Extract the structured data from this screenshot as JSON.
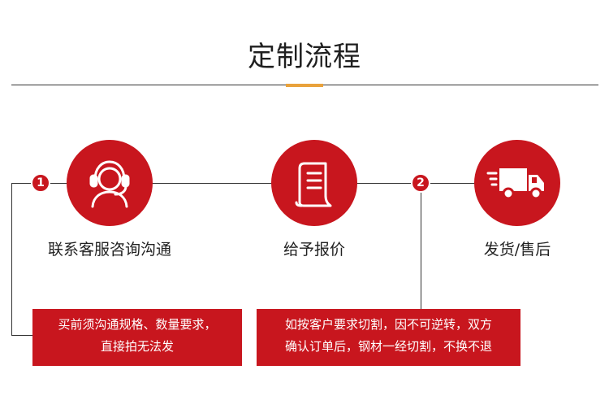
{
  "title": "定制流程",
  "colors": {
    "accent_red": "#c8161e",
    "accent_orange": "#e9a23b",
    "line": "#333333"
  },
  "steps": [
    {
      "label": "联系客服咨询沟通",
      "icon": "headset-support-icon"
    },
    {
      "label": "给予报价",
      "icon": "document-quote-icon"
    },
    {
      "label": "发货/售后",
      "icon": "delivery-truck-icon"
    }
  ],
  "markers": [
    "1",
    "2"
  ],
  "notes": [
    {
      "lines": [
        "买前须沟通规格、数量要求，",
        "直接拍无法发"
      ]
    },
    {
      "lines": [
        "如按客户要求切割，因不可逆转，双方",
        "确认订单后，钢材一经切割，不换不退"
      ]
    }
  ]
}
